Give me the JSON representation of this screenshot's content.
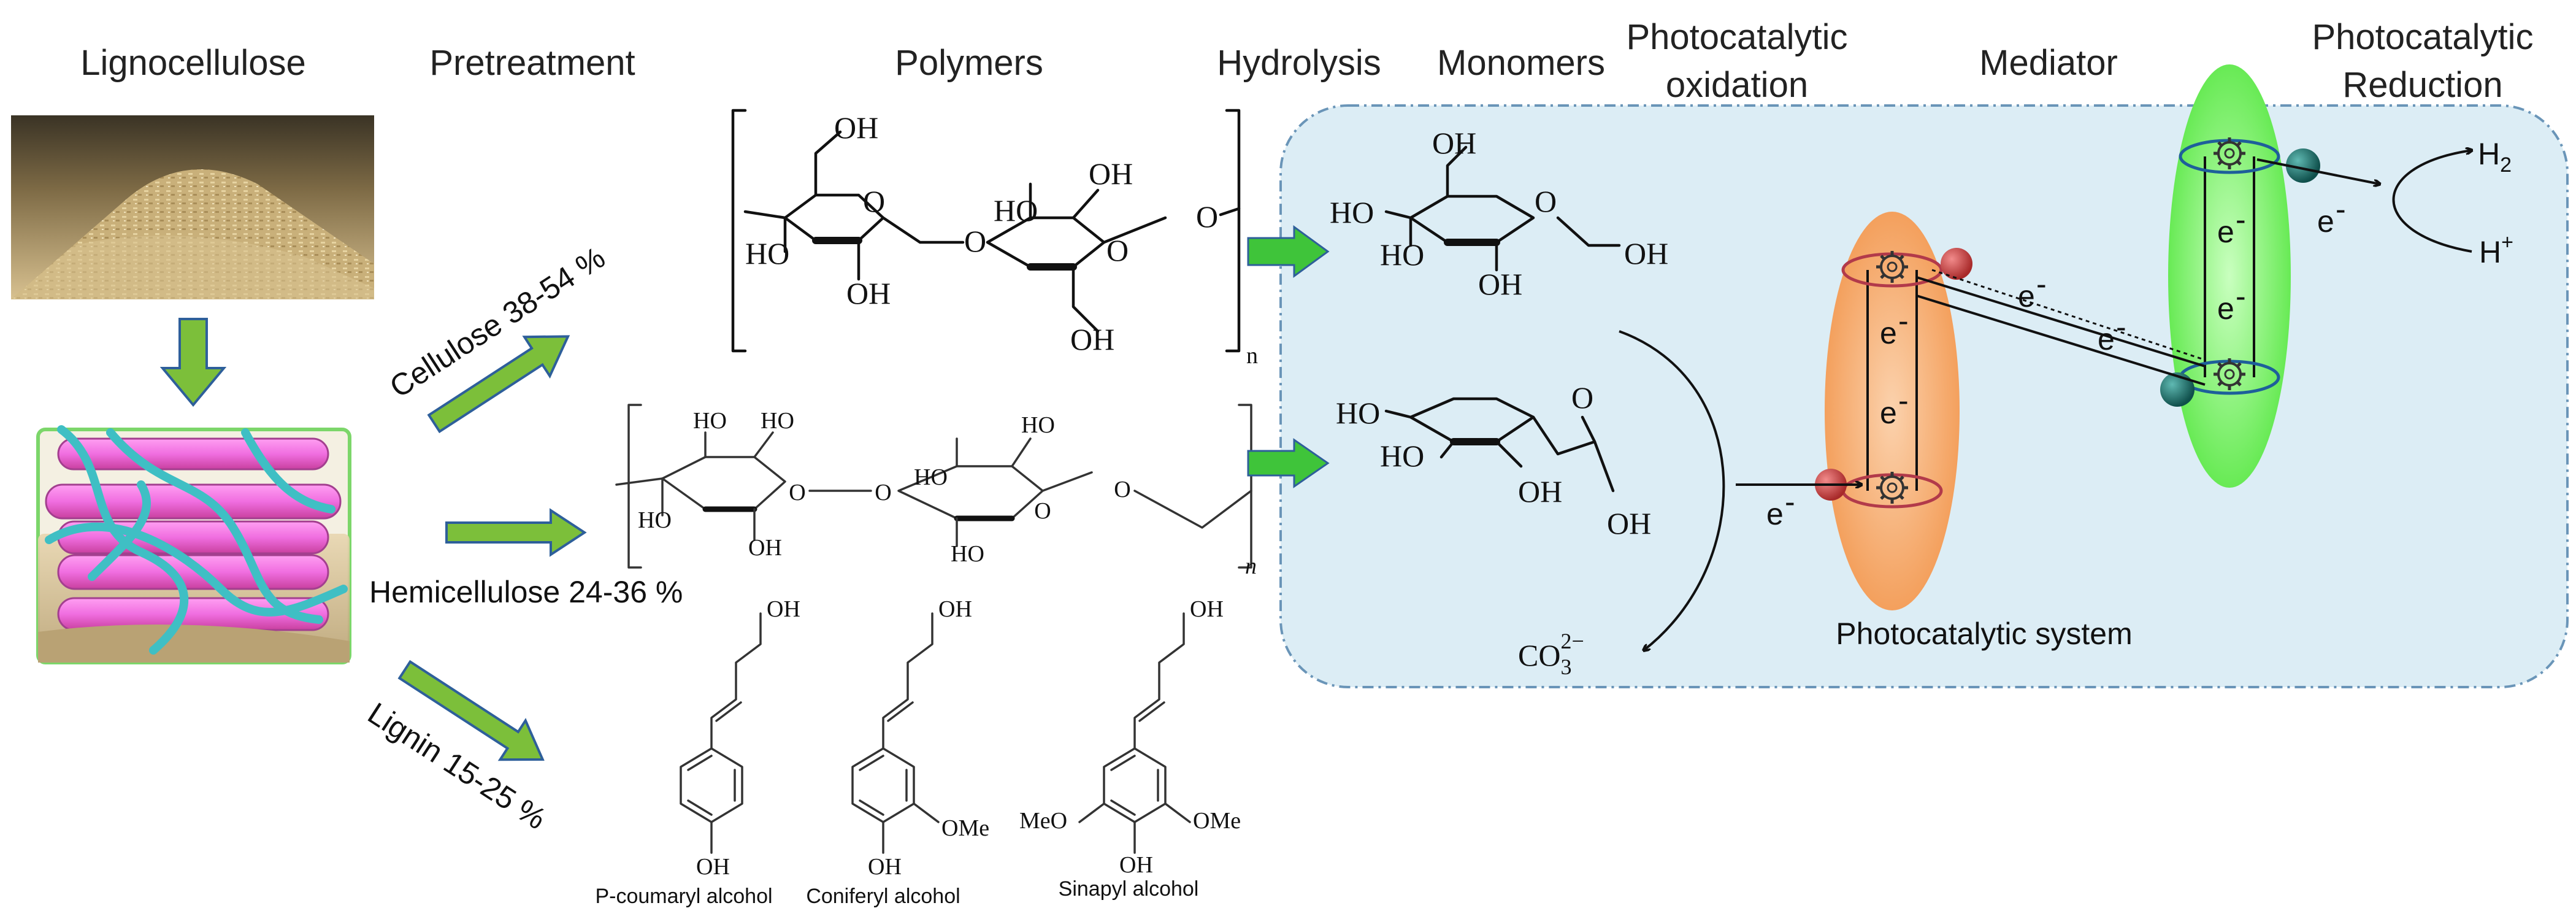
{
  "headers": {
    "lignocellulose": "Lignocellulose",
    "pretreatment": "Pretreatment",
    "polymers": "Polymers",
    "hydrolysis": "Hydrolysis",
    "monomers": "Monomers",
    "oxidation_l1": "Photocatalytic",
    "oxidation_l2": "oxidation",
    "mediator": "Mediator",
    "reduction_l1": "Photocatalytic",
    "reduction_l2": "Reduction"
  },
  "fractions": {
    "cellulose": "Cellulose 38-54 %",
    "hemicellulose": "Hemicellulose 24-36 %",
    "lignin": "Lignin 15-25 %"
  },
  "lignin_units": {
    "p_coumaryl": "P-coumaryl alcohol",
    "coniferyl": "Coniferyl alcohol",
    "sinapyl": "Sinapyl alcohol"
  },
  "chem": {
    "oh": "OH",
    "ho": "HO",
    "o": "O",
    "ome": "OMe",
    "meo": "MeO",
    "n": "n"
  },
  "system": {
    "label": "Photocatalytic system",
    "electron": "e",
    "minus": "-",
    "carbonate": "CO",
    "carbonate_sub": "3",
    "carbonate_sup": "2−",
    "h2": "H",
    "h2_sub": "2",
    "hplus": "H",
    "hplus_sup": "+"
  },
  "colors": {
    "green_arrow": "#7cbf3a",
    "green_arrow_edge": "#2e5f9a",
    "system_bg": "#dcedf5",
    "system_edge": "#6a95b8",
    "orange_ellipse": "#f6b37c",
    "green_ellipse": "#7ef06a",
    "red_ball": "#c43c3c",
    "teal_ball": "#1d6f6a",
    "pink_rod": "#f06ee0",
    "teal_fiber": "#3fbfc4"
  }
}
